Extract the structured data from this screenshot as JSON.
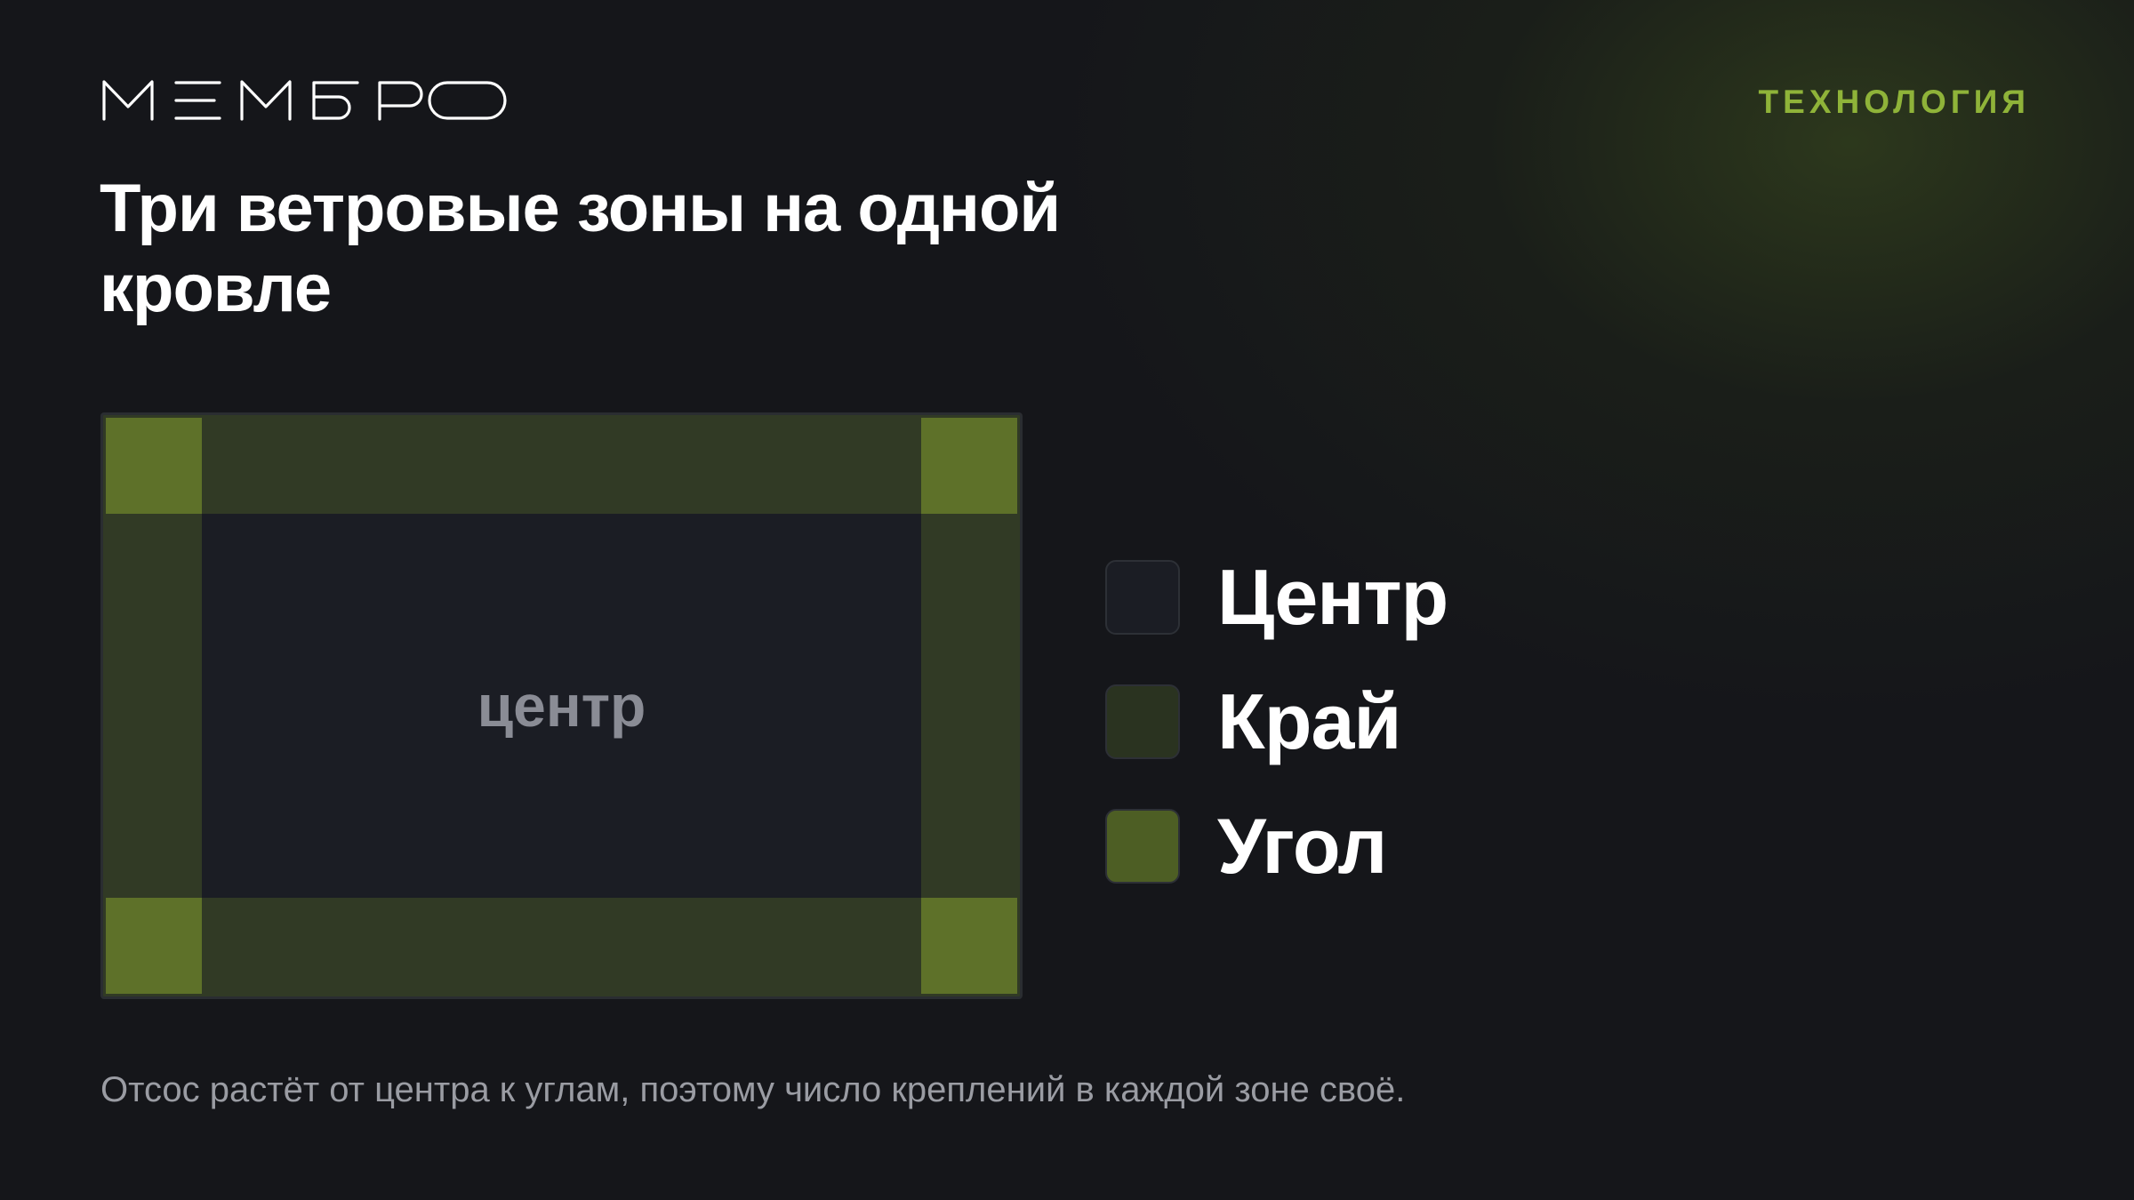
{
  "logo": {
    "text": "МЕМБРО"
  },
  "section_tag": "ТЕХНОЛОГИЯ",
  "title": "Три ветровые зоны на одной кровле",
  "diagram": {
    "center_label": "центр",
    "colors": {
      "edge": "#313a25",
      "center": "#1b1d24",
      "corner": "#5e7129"
    }
  },
  "legend": [
    {
      "label": "Центр",
      "color": "#1b1d24"
    },
    {
      "label": "Край",
      "color": "#2a3320"
    },
    {
      "label": "Угол",
      "color": "#4d5e24"
    }
  ],
  "footer": "Отсос растёт от центра к углам, поэтому число креплений в каждой зоне своё.",
  "colors": {
    "accent": "#8fb339",
    "background": "#15161a"
  }
}
